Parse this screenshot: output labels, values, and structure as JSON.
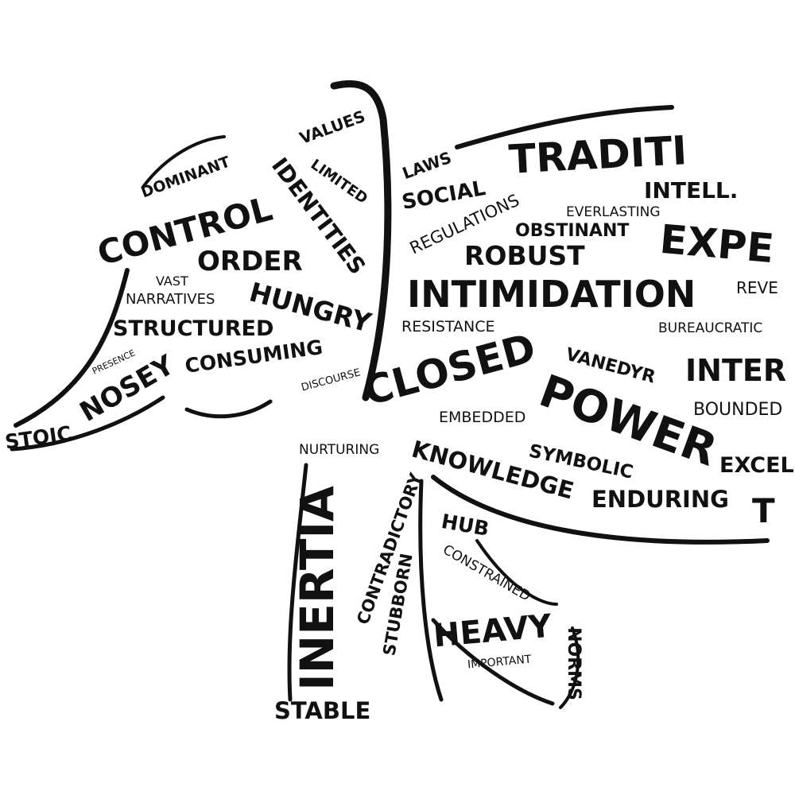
{
  "colors": {
    "ink": "#111111",
    "background": "#ffffff"
  },
  "words": {
    "values": "VALUES",
    "dominant": "DOMINANT",
    "identities": "IDENTITIES",
    "limited": "LIMITED",
    "control": "CONTROL",
    "order": "ORDER",
    "vast": "VAST",
    "narratives": "NARRATIVES",
    "hungry": "HUNGRY",
    "structured": "STRUCTURED",
    "consuming": "CONSUMING",
    "discourse": "DISCOURSE",
    "presence": "PRESENCE",
    "nosey": "NOSEY",
    "stoic": "STOIC",
    "laws": "LAWS",
    "social": "SOCIAL",
    "traditi": "TRADITI",
    "intell": "INTELL.",
    "regulations": "REGULATIONS",
    "everlasting": "EVERLASTING",
    "obstinant": "OBSTINANT",
    "expe": "EXPE",
    "robust": "ROBUST",
    "intimidation": "INTIMIDATION",
    "reve": "REVE",
    "resistance": "RESISTANCE",
    "bureaucratic": "BUREAUCRATIC",
    "closed": "CLOSED",
    "vanedyr": "VANEDYR",
    "inter": "INTER",
    "power": "POWER",
    "embedded": "EMBEDDED",
    "bounded": "BOUNDED",
    "nurturing": "NURTURING",
    "knowledge": "KNOWLEDGE",
    "symbolic": "SYMBOLIC",
    "excel": "EXCEL",
    "enduring": "ENDURING",
    "t": "T",
    "inertia": "INERTIA",
    "contradictory": "CONTRADICTORY",
    "stubborn": "STUBBORN",
    "hub": "HUB",
    "constrained": "CONSTRAINED",
    "heavy": "HEAVY",
    "important": "IMPORTANT",
    "norms": "NORMS",
    "stable": "STABLE"
  }
}
